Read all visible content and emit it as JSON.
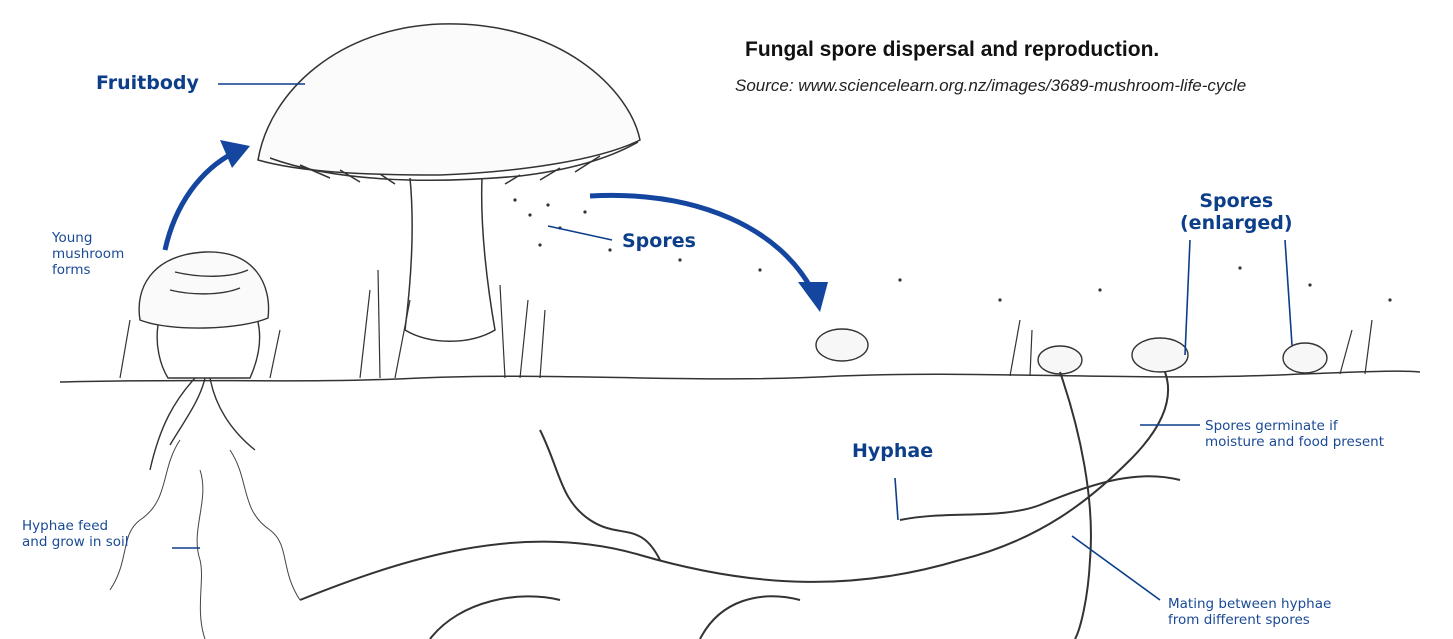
{
  "caption": {
    "title": "Fungal spore dispersal and reproduction.",
    "source": "Source: www.sciencelearn.org.nz/images/3689-mushroom-life-cycle"
  },
  "labels": {
    "fruitbody": "Fruitbody",
    "young_mushroom": [
      "Young",
      "mushroom",
      "forms"
    ],
    "spores": "Spores",
    "spores_enlarged": [
      "Spores",
      "(enlarged)"
    ],
    "hyphae": "Hyphae",
    "hyphae_feed": [
      "Hyphae feed",
      "and grow in soil"
    ],
    "spores_germinate": [
      "Spores germinate if",
      "moisture and food present"
    ],
    "mating": [
      "Mating between hyphae",
      "from different spores"
    ]
  },
  "colors": {
    "label_blue": "#0d3e8a",
    "arrow_blue": "#1446a0",
    "ink": "#333333"
  }
}
